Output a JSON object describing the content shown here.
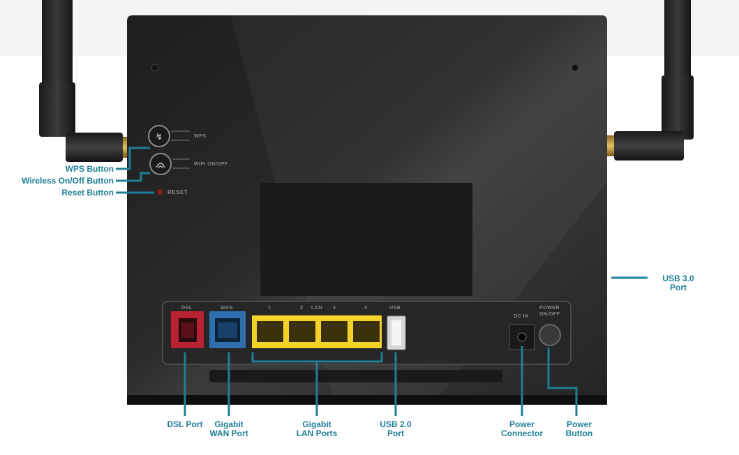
{
  "colors": {
    "accent": "#1f7f95",
    "dsl_port": "#b82233",
    "wan_port": "#2f6fae",
    "lan_ports": "#f4d22a"
  },
  "left_labels": {
    "wps": "WPS Button",
    "wireless": "Wireless On/Off Button",
    "reset": "Reset Button"
  },
  "right_label": {
    "line1": "USB 3.0",
    "line2": "Port"
  },
  "bottom_labels": {
    "dsl": {
      "line1": "DSL Port"
    },
    "wan": {
      "line1": "Gigabit",
      "line2": "WAN Port"
    },
    "lan": {
      "line1": "Gigabit",
      "line2": "LAN Ports"
    },
    "usb": {
      "line1": "USB 2.0",
      "line2": "Port"
    },
    "power_connector": {
      "line1": "Power",
      "line2": "Connector"
    },
    "power_button": {
      "line1": "Power",
      "line2": "Button"
    }
  },
  "device_silkscreen": {
    "wps": "WPS",
    "wifi": "WIFI ON/OFF",
    "reset": "RESET",
    "dsl": "DSL",
    "wan": "WAN",
    "lan": "LAN",
    "lan_numbers": [
      "1",
      "2",
      "3",
      "4"
    ],
    "usb": "USB",
    "dc_in": "DC IN",
    "power_line1": "POWER",
    "power_line2": "ON/OFF"
  }
}
